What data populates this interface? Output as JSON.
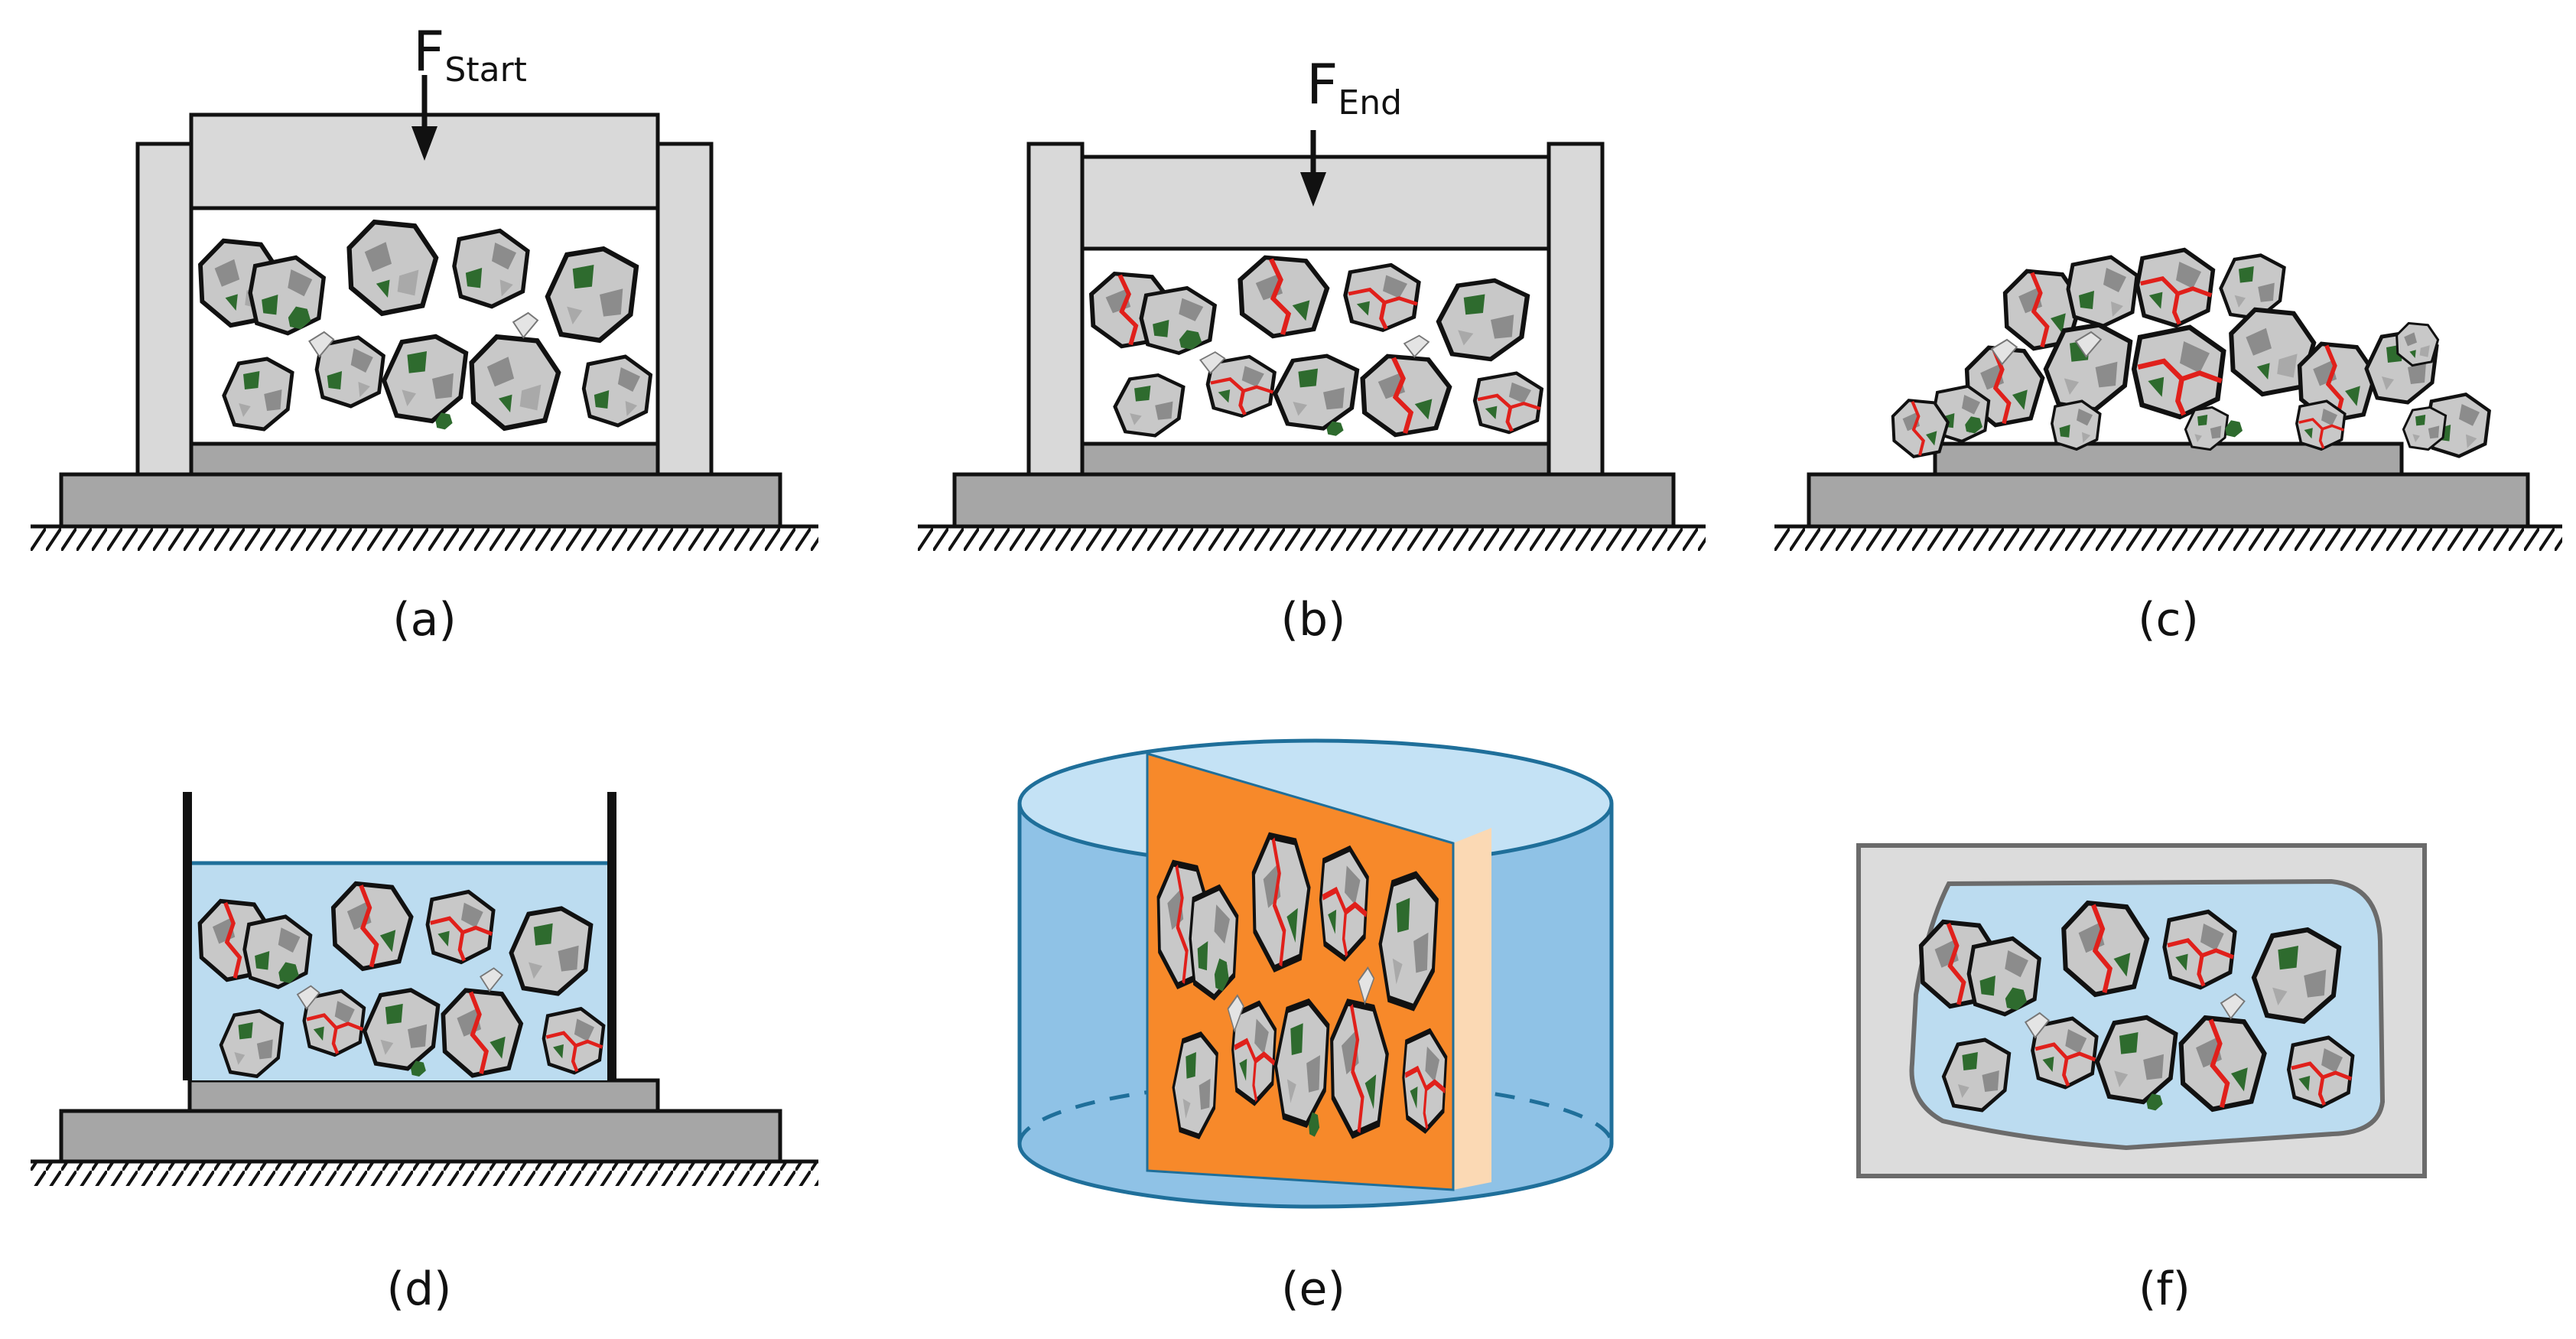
{
  "panels": {
    "a": {
      "caption": "(a)",
      "force_symbol": "F",
      "force_subscript": "Start"
    },
    "b": {
      "caption": "(b)",
      "force_symbol": "F",
      "force_subscript": "End"
    },
    "c": {
      "caption": "(c)"
    },
    "d": {
      "caption": "(d)"
    },
    "e": {
      "caption": "(e)"
    },
    "f": {
      "caption": "(f)"
    }
  },
  "colors": {
    "steel_light": "#d9d9d9",
    "steel_dark": "#a6a6a6",
    "outline": "#111111",
    "particle_fill": "#c8c8c8",
    "particle_mottle": "#8c8c8c",
    "binder_green": "#2e6b2e",
    "crack_red": "#e0201b",
    "resin_blue": "#bcdcf0",
    "resin_edge": "#1f6f9a",
    "cylinder_blue": "#8fc2e6",
    "cylinder_top": "#c4e2f5",
    "slice_orange": "#f7892a",
    "slice_edge": "#fbd9b4",
    "mount_grey": "#dcdcdc",
    "mount_edge": "#6b6b6b"
  }
}
